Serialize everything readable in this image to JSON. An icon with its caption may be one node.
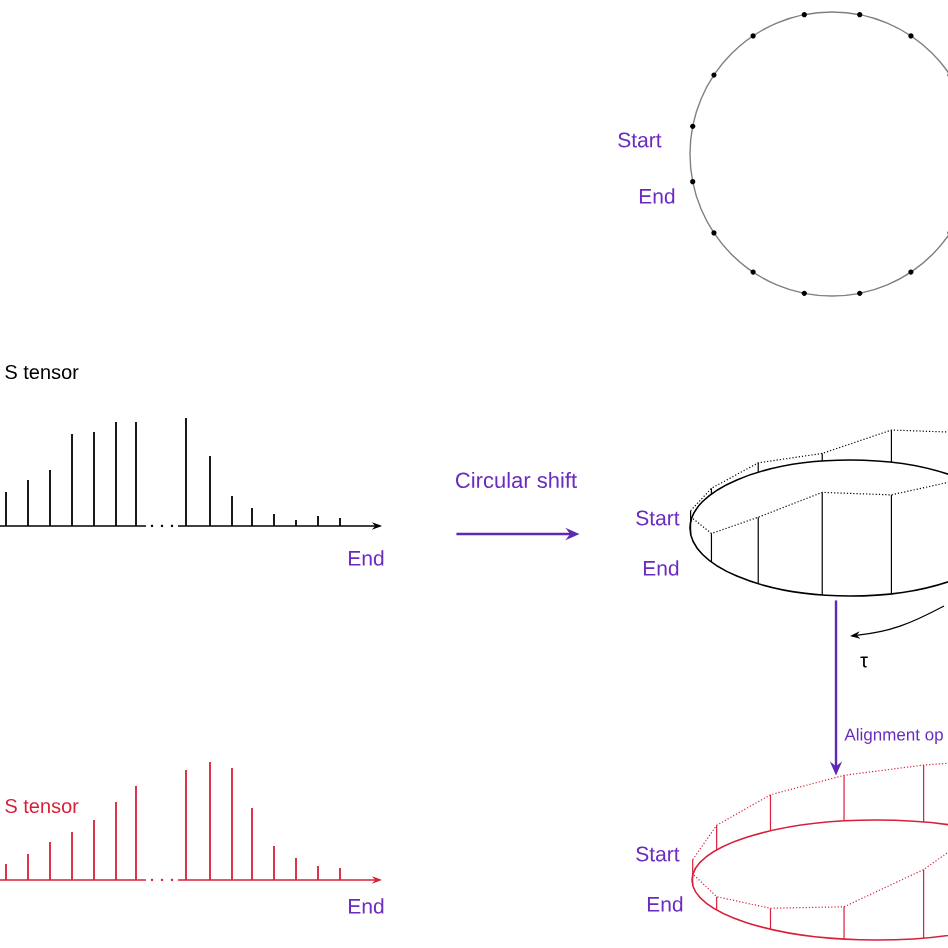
{
  "diagram": {
    "nodes": [
      {
        "text": [],
        "shape": "circle",
        "beside": [
          "Start",
          "End"
        ]
      },
      {
        "text": [
          "S tensor"
        ],
        "beside": [
          "End"
        ]
      },
      {
        "text": [],
        "shape": "picture",
        "beside": [
          "Start",
          "End"
        ]
      },
      {
        "text": [
          "S tensor"
        ],
        "beside": [
          "End"
        ]
      },
      {
        "text": [],
        "shape": "picture",
        "beside": [
          "Start",
          "End"
        ]
      }
    ],
    "edges": [
      {
        "from": 1,
        "to": 2,
        "arrow": "to",
        "label": "Circular shift"
      },
      {
        "from": 2,
        "to": 4,
        "arrow": "to",
        "label": "Alignment op"
      }
    ],
    "labels": [
      "τ"
    ]
  }
}
